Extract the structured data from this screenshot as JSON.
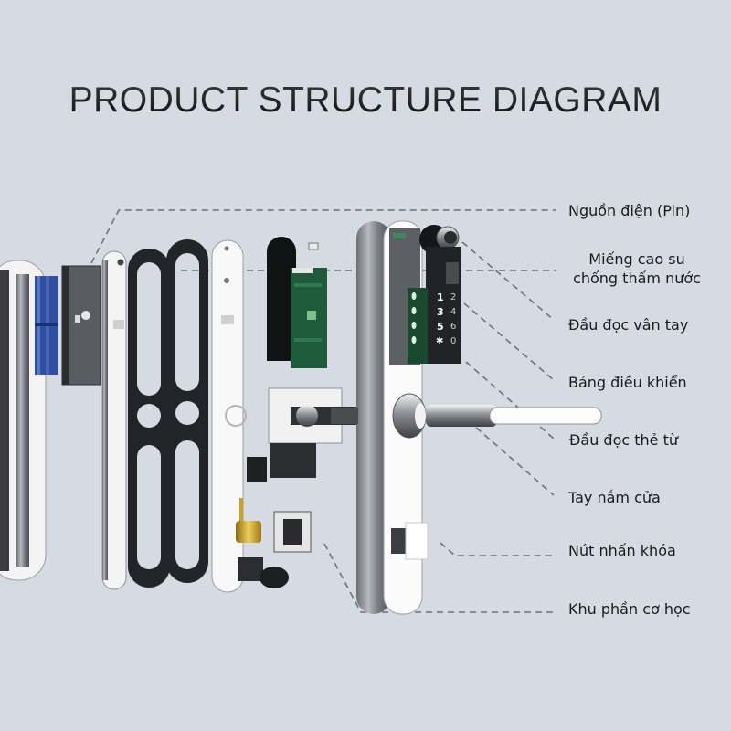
{
  "title": "PRODUCT STRUCTURE DIAGRAM",
  "colors": {
    "background": "#d6dbe3",
    "leader_line": "#6e7278",
    "battery_blue": "#2f4fa3",
    "pcb_green": "#1f5a3a",
    "brass": "#c9a227"
  },
  "labels": [
    {
      "id": "battery",
      "text": "Nguồn điện (Pin)"
    },
    {
      "id": "gasket",
      "line1": "Miếng cao su",
      "line2": "chống thấm nước"
    },
    {
      "id": "fingerprint",
      "text": "Đầu đọc vân tay"
    },
    {
      "id": "control-panel",
      "text": "Bảng điều khiển"
    },
    {
      "id": "card-reader",
      "text": "Đầu đọc thẻ từ"
    },
    {
      "id": "handle",
      "text": "Tay nắm cửa"
    },
    {
      "id": "lock-button",
      "text": "Nút nhấn khóa"
    },
    {
      "id": "mechanical",
      "text": "Khu phần cơ học"
    }
  ],
  "keypad": {
    "left_column": [
      "1",
      "3",
      "5",
      "✱"
    ],
    "right_column": [
      "2",
      "4",
      "6",
      "0"
    ]
  }
}
